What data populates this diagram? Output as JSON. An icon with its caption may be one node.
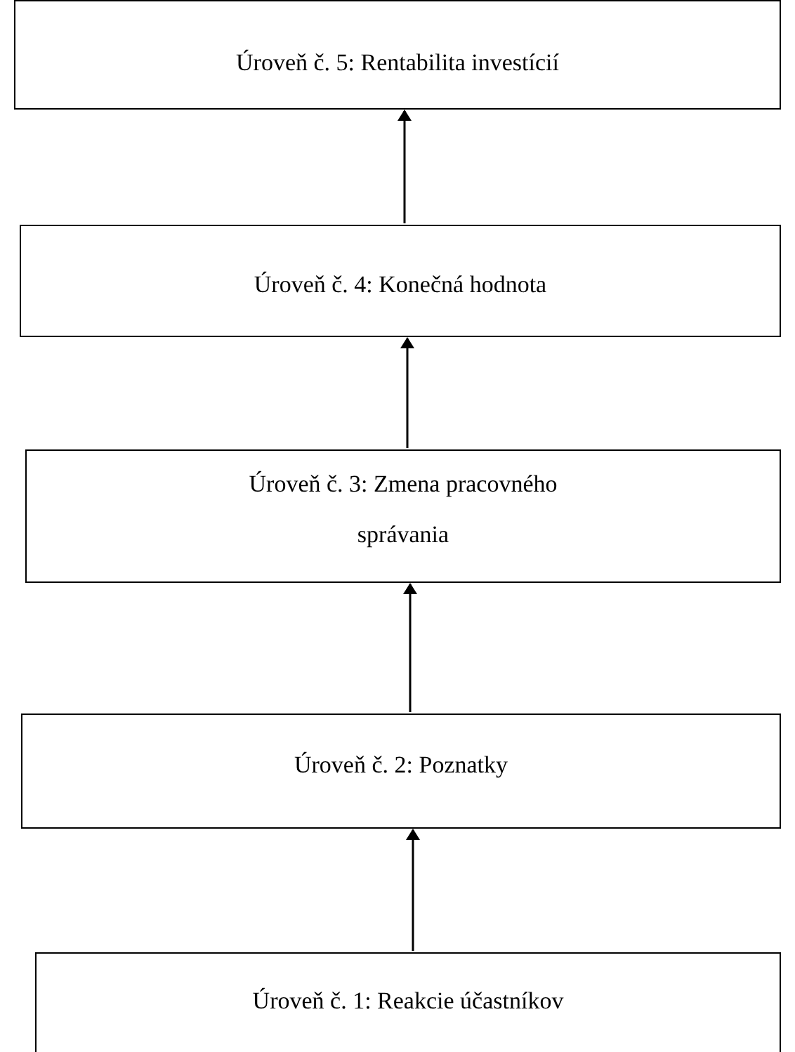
{
  "diagram": {
    "nodes": [
      {
        "text": [
          "Úroveň č. 5: Rentabilita investícií"
        ]
      },
      {
        "text": [
          "Úroveň č. 4: Konečná hodnota"
        ]
      },
      {
        "text": [
          "Úroveň č. 3: Zmena pracovného správania"
        ]
      },
      {
        "text": [
          "Úroveň č. 2: Poznatky"
        ]
      },
      {
        "text": [
          "Úroveň č. 1: Reakcie účastníkov"
        ]
      }
    ],
    "edges": [
      {
        "from": 1,
        "to": 0,
        "arrow": "to"
      },
      {
        "from": 2,
        "to": 1,
        "arrow": "to"
      },
      {
        "from": 3,
        "to": 2,
        "arrow": "to"
      },
      {
        "from": 4,
        "to": 3,
        "arrow": "to"
      }
    ]
  }
}
